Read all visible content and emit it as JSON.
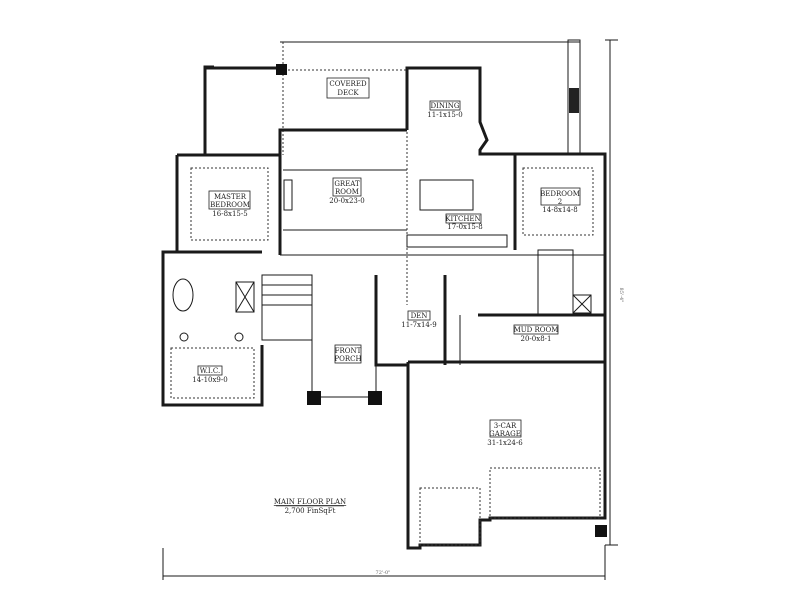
{
  "title": {
    "name": "MAIN FLOOR PLAN",
    "area": "2,700 FinSqFt"
  },
  "rooms": {
    "covered_deck": {
      "line1": "COVERED",
      "line2": "DECK"
    },
    "dining": {
      "name": "DINING",
      "size": "11-1x15-0"
    },
    "great_room": {
      "line1": "GREAT",
      "line2": "ROOM",
      "size": "20-0x23-0"
    },
    "master_bedroom": {
      "line1": "MASTER",
      "line2": "BEDROOM",
      "size": "16-8x15-5"
    },
    "bedroom2": {
      "line1": "BEDROOM",
      "line2": "2",
      "size": "14-8x14-8"
    },
    "kitchen": {
      "name": "KITCHEN",
      "size": "17-0x15-8"
    },
    "den": {
      "name": "DEN",
      "size": "11-7x14-9"
    },
    "mud_room": {
      "name": "MUD ROOM",
      "size": "20-0x8-1"
    },
    "front_porch": {
      "line1": "FRONT",
      "line2": "PORCH"
    },
    "wic": {
      "name": "W.I.C.",
      "size": "14-10x9-0"
    },
    "garage": {
      "line1": "3-CAR",
      "line2": "GARAGE",
      "size": "31-1x24-6"
    }
  },
  "dimensions": {
    "width": "72'-0\"",
    "depth": "85'-4\""
  }
}
